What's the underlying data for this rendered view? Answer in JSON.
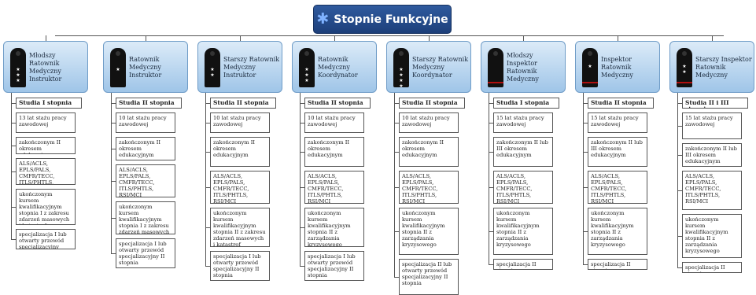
{
  "title": "Stopnie Funkcyjne",
  "accent_color": "#1d3f7a",
  "icon": "star-of-life-icon",
  "columns": [
    {
      "name": "Młodszy Ratownik Medyczny Instruktor",
      "epaulet": {
        "stars": 3,
        "stripe": false
      },
      "items": [
        "Studia I stopnia",
        "13 lat stażu pracy zawodowej",
        "zakończonym II okresem edukacyjnym",
        "ALS/ACLS, EPLS/PALS, CMFR/TECC, ITLS/PHTLS, RSI/MCI",
        "ukończonym kursem kwalifikacyjnym stopnia I z zakresu zdarzeń masowych i katastrof",
        "specjalizacja I lub otwarty przewód specjalizacyjny"
      ]
    },
    {
      "name": "Ratownik Medyczny Instruktor",
      "epaulet": {
        "stars": 1,
        "stripe": false
      },
      "items": [
        "Studia II stopnia",
        "10 lat stażu pracy zawodowej",
        "zakończonym II okresem edukacyjnym",
        "ALS/ACLS, EPLS/PALS, CMFR/TECC, ITLS/PHTLS, RSI/MCI",
        "ukończonym kursem kwalifikacyjnym stopnia I z zakresu zdarzeń masowych i katastrof",
        "specjalizacja I lub otwarty przewód specjalizacyjny II stopnia"
      ]
    },
    {
      "name": "Starszy Ratownik Medyczny Instruktor",
      "epaulet": {
        "stars": 2,
        "stripe": false
      },
      "items": [
        "Studia II stopnia",
        "10 lat stażu pracy zawodowej",
        "zakończonym II okresem edukacyjnym",
        "ALS/ACLS, EPLS/PALS, CMFR/TECC, ITLS/PHTLS, RSI/MCI",
        "ukończonym kursem kwalifikacyjnym stopnia II z zakresu zdarzeń masowych i katastrof",
        "specjalizacja I lub otwarty przewód specjalizacyjny II stopnia"
      ]
    },
    {
      "name": "Ratownik Medyczny Koordynator",
      "epaulet": {
        "stars": 3,
        "stripe": false
      },
      "items": [
        "Studia II stopnia",
        "10 lat stażu pracy zawodowej",
        "zakończonym II okresem edukacyjnym",
        "ALS/ACLS, EPLS/PALS, CMFR/TECC, ITLS/PHTLS, RSI/MCI",
        "ukończonym kursem kwalifikacyjnym stopnia II z zarządzania kryzysowego",
        "specjalizacja I lub otwarty przewód specjalizacyjny II stopnia"
      ]
    },
    {
      "name": "Starszy Ratownik Medyczny Koordynator",
      "epaulet": {
        "stars": 4,
        "stripe": false
      },
      "items": [
        "Studia II stopnia",
        "10 lat stażu pracy zawodowej",
        "zakończonym II okresem edukacyjnym",
        "ALS/ACLS, EPLS/PALS, CMFR/TECC, ITLS/PHTLS, RSI/MCI",
        "ukończonym kursem kwalifikacyjnym stopnia II z zarządzania kryzysowego",
        "specjalizacja II lub otwarty przewód specjalizacyjny II stopnia"
      ]
    },
    {
      "name": "Młodszy Inspektor Ratownik Medyczny",
      "epaulet": {
        "stars": 0,
        "stripe": true
      },
      "items": [
        "Studia I stopnia",
        "15 lat stażu pracy zawodowej",
        "zakończonym II lub III okresem edukacyjnym",
        "ALS/ACLS, EPLS/PALS, CMFR/TECC, ITLS/PHTLS, RSI/MCI",
        "ukończonym kursem kwalifikacyjnym stopnia II z zarządzania kryzysowego",
        "specjalizacja II stopnia"
      ]
    },
    {
      "name": "Inspektor Ratownik Medyczny",
      "epaulet": {
        "stars": 1,
        "stripe": true
      },
      "items": [
        "Studia II stopnia",
        "15 lat stażu pracy zawodowej",
        "zakończonym II lub III okresem edukacyjnym",
        "ALS/ACLS, EPLS/PALS, CMFR/TECC, ITLS/PHTLS, RSI/MCI",
        "ukończonym kursem kwalifikacyjnym stopnia II z zarządzania kryzysowego",
        "specjalizacja II stopnia"
      ]
    },
    {
      "name": "Starszy Inspektor Ratownik Medyczny",
      "epaulet": {
        "stars": 2,
        "stripe": true
      },
      "items": [
        "Studia II i III stopnia",
        "15 lat stażu pracy zawodowej",
        "zakończonym II lub III okresem edukacyjnym",
        "ALS/ACLS, EPLS/PALS, CMFR/TECC, ITLS/PHTLS, RSI/MCI",
        "ukończonym kursem kwalifikacyjnym stopnia II z zarządzania kryzysowego",
        "specjalizacja II stopnia"
      ]
    }
  ]
}
